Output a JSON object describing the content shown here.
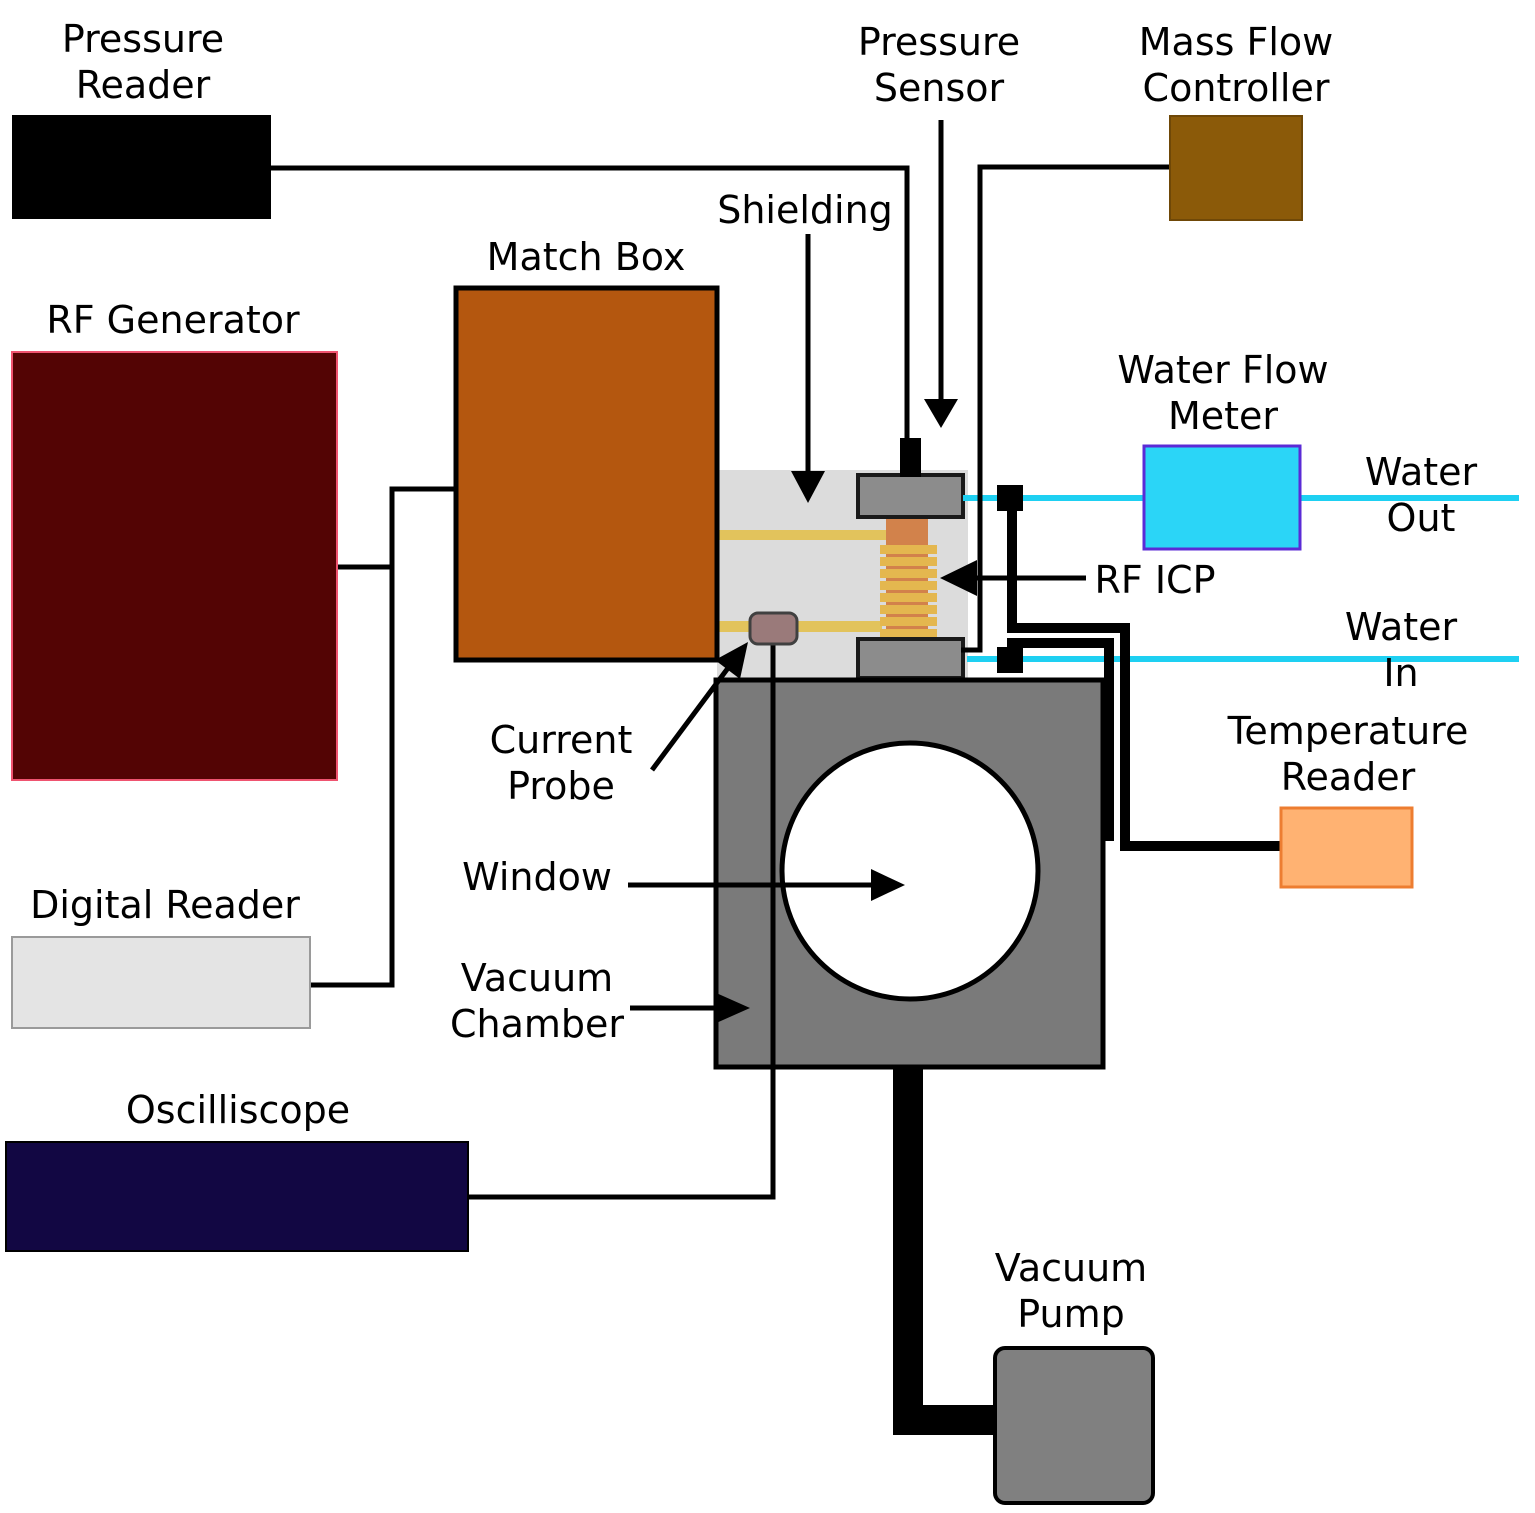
{
  "diagram_type": "experimental-setup-schematic",
  "labels": {
    "pressure_reader": "Pressure\nReader",
    "rf_generator": "RF Generator",
    "match_box": "Match Box",
    "shielding": "Shielding",
    "pressure_sensor": "Pressure\nSensor",
    "mass_flow_controller": "Mass Flow\nController",
    "water_flow_meter": "Water Flow\nMeter",
    "water_out": "Water Out",
    "rf_icp": "RF ICP",
    "water_in": "Water In",
    "temperature_reader": "Temperature\nReader",
    "current_probe": "Current\nProbe",
    "window": "Window",
    "vacuum_chamber": "Vacuum\nChamber",
    "oscilliscope": "Oscilliscope",
    "vacuum_pump": "Vacuum\nPump",
    "digital_reader": "Digital Reader"
  },
  "colors": {
    "line": "#000000",
    "pressure_reader": "#000000",
    "rf_generator": "#530404",
    "rf_generator_border": "#ef5470",
    "match_box": "#b4570f",
    "mass_flow_controller": "#8b5a09",
    "mass_flow_controller_border": "#6f4807",
    "shielding": "#dcdcdc",
    "water_flow_meter": "#2bd5f7",
    "water_flow_meter_border": "#5b2bd6",
    "water_line": "#1ed0f2",
    "temperature_reader": "#ffb272",
    "temperature_reader_border": "#ed7d31",
    "digital_reader": "#e4e4e4",
    "digital_reader_border": "#9a9a9a",
    "oscilliscope": "#120743",
    "vacuum_chamber": "#7a7a7a",
    "flange": "#8c8c8c",
    "flange_border": "#1a1a1a",
    "vacuum_pump": "#808080",
    "copper_tube": "#d2824b",
    "coil": "#e4b74f",
    "wire_yellow": "#e2c35c",
    "current_probe": "#9a7a7a",
    "current_probe_border": "#404040",
    "window": "#ffffff"
  }
}
